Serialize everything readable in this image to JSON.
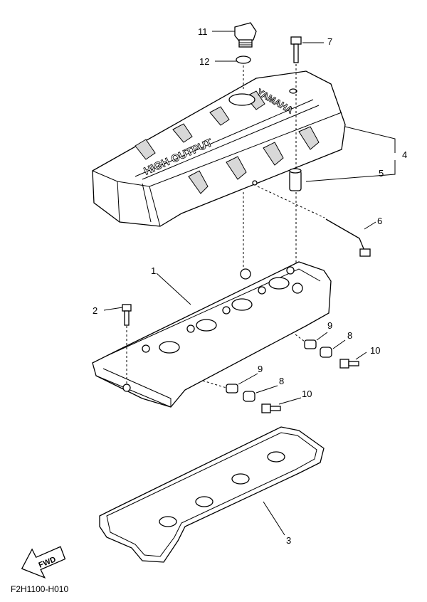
{
  "cover_text": {
    "brand": "YAMAHA",
    "slogan": "HIGH OUTPUT"
  },
  "callouts": {
    "c1": "1",
    "c2": "2",
    "c3": "3",
    "c4": "4",
    "c5": "5",
    "c6": "6",
    "c7": "7",
    "c8a": "8",
    "c8b": "8",
    "c9a": "9",
    "c9b": "9",
    "c10a": "10",
    "c10b": "10",
    "c11": "11",
    "c12": "12"
  },
  "fwd_arrow": {
    "label": "FWD"
  },
  "figure_code": "F2H1100-H010"
}
